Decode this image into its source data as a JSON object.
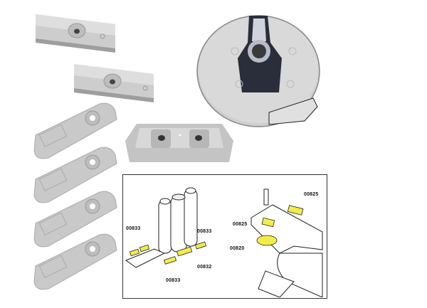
{
  "image": {
    "description": "Product photo of marine outboard zinc/aluminum anode kit with exploded-view installation diagram",
    "background_color": "#ffffff",
    "highlight_color": "#f2ec4a",
    "metal_color": "#c8c8c8"
  },
  "parts": [
    {
      "name": "block-anode-top-1",
      "shape": "wedge block with countersunk hole"
    },
    {
      "name": "block-anode-top-2",
      "shape": "wedge block with countersunk hole"
    },
    {
      "name": "trim-tab-disc-anode",
      "shape": "round plate with raised threaded boss"
    },
    {
      "name": "bar-anode",
      "shape": "rectangular bar with two holes"
    },
    {
      "name": "plate-anode-1",
      "shape": "flat plate with single hole"
    },
    {
      "name": "plate-anode-2",
      "shape": "flat plate with single hole"
    },
    {
      "name": "plate-anode-3",
      "shape": "flat plate with single hole"
    },
    {
      "name": "plate-anode-4",
      "shape": "flat plate with single hole"
    }
  ],
  "diagram": {
    "left_panel": {
      "subject": "engine cylinder block assembly",
      "labels": [
        "00833",
        "00833",
        "00833",
        "00832"
      ]
    },
    "right_panel": {
      "subject": "lower unit / gearcase",
      "labels": [
        "00825",
        "00825",
        "00820"
      ]
    }
  }
}
